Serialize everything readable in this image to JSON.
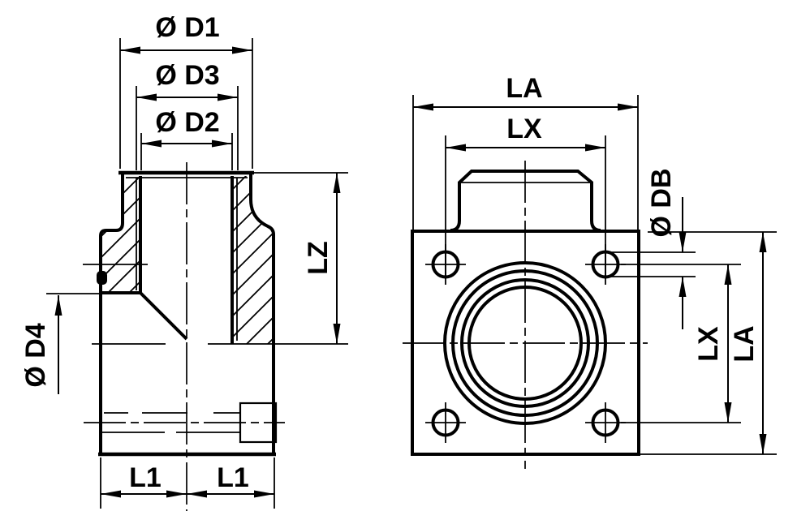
{
  "page": {
    "background": "#ffffff",
    "line_color": "#000000",
    "description": "Two-view engineering dimension drawing of a flanged port block fitting"
  },
  "drawing": {
    "left_view": {
      "name": "sectional side view",
      "labels": {
        "d1": "Ø D1",
        "d3": "Ø D3",
        "d2": "Ø D2",
        "lz": "LZ",
        "d4": "Ø D4",
        "l1_left": "L1",
        "l1_right": "L1"
      }
    },
    "right_view": {
      "name": "front view",
      "labels": {
        "la_top": "LA",
        "lx_top": "LX",
        "db": "Ø DB",
        "lx_side": "LX",
        "la_side": "LA"
      }
    }
  }
}
